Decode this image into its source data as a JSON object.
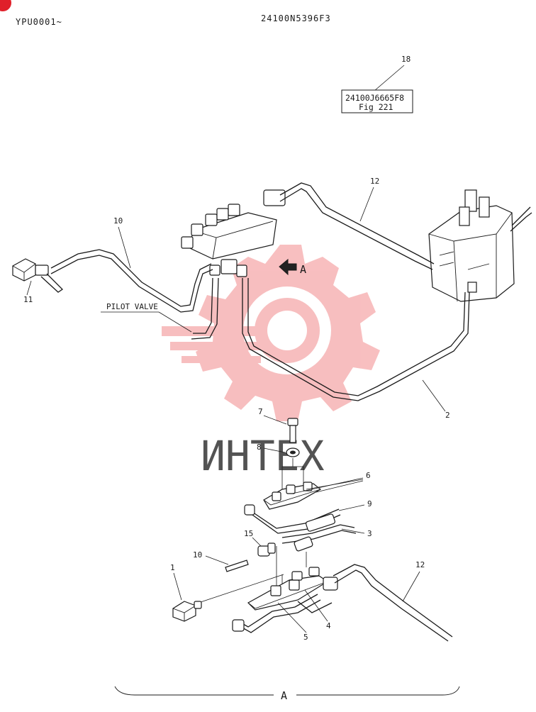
{
  "header": {
    "serial_range": "YPU0001~",
    "drawing_number": "24100N5396F3"
  },
  "reference_box": {
    "callout": "18",
    "part_ref": "24100J6665F8",
    "figure_ref": "Fig 221"
  },
  "labels": {
    "pilot_valve": "PILOT VALVE",
    "view_arrow": "A",
    "section_bracket": "A"
  },
  "callouts": {
    "c1": "1",
    "c2": "2",
    "c3": "3",
    "c4": "4",
    "c5": "5",
    "c6": "6",
    "c7": "7",
    "c8": "8",
    "c9": "9",
    "c10a": "10",
    "c10b": "10",
    "c11": "11",
    "c12a": "12",
    "c12b": "12",
    "c15": "15"
  },
  "watermark": {
    "text": "ИНТЕХ",
    "color": "#e8393a"
  },
  "corner_badge_color": "#e0202a"
}
